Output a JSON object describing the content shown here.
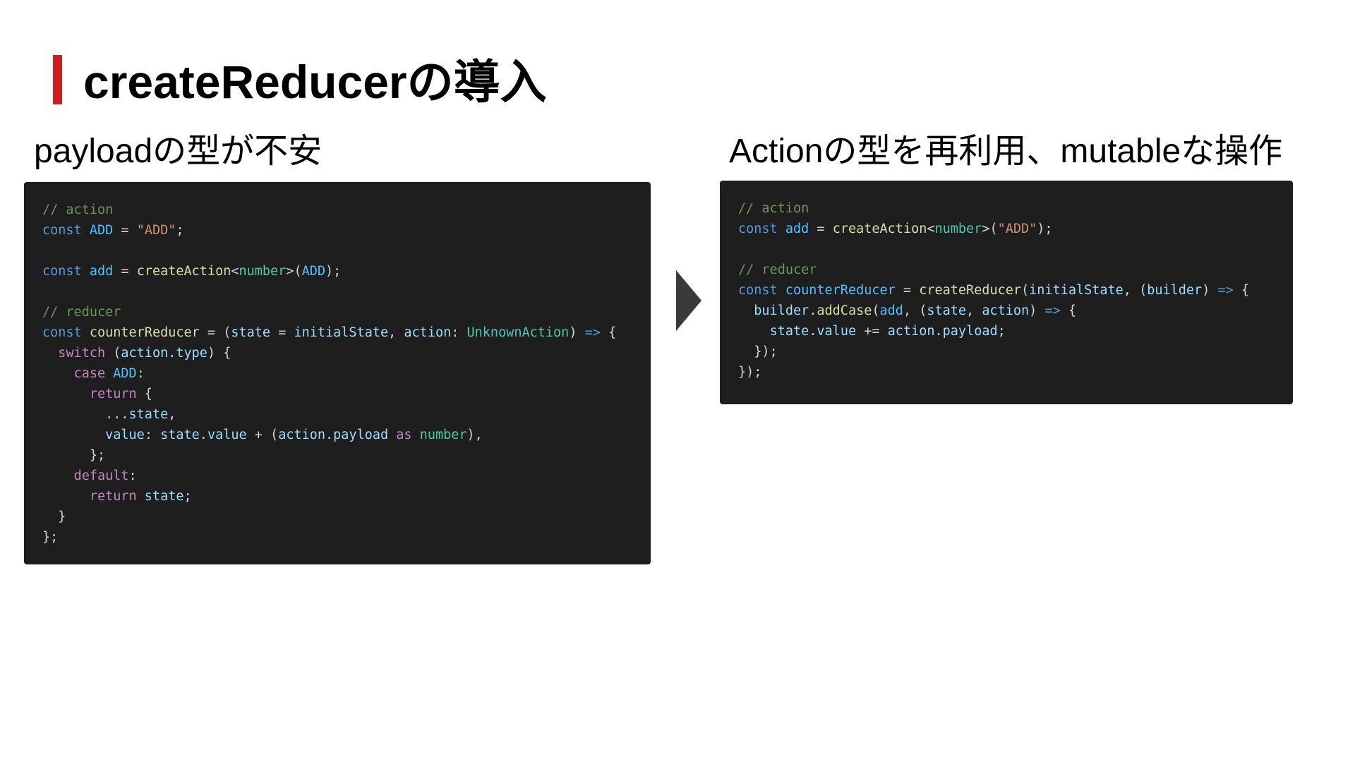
{
  "slide": {
    "title": "createReducerの導入",
    "accent_color": "#cc1f1f"
  },
  "left": {
    "subtitle": "payloadの型が不安",
    "code": [
      [
        {
          "t": "// action",
          "c": "cm"
        }
      ],
      [
        {
          "t": "const",
          "c": "kw"
        },
        {
          "t": " ",
          "c": "pl"
        },
        {
          "t": "ADD",
          "c": "cn"
        },
        {
          "t": " = ",
          "c": "pl"
        },
        {
          "t": "\"ADD\"",
          "c": "st"
        },
        {
          "t": ";",
          "c": "pl"
        }
      ],
      [],
      [
        {
          "t": "const",
          "c": "kw"
        },
        {
          "t": " ",
          "c": "pl"
        },
        {
          "t": "add",
          "c": "cn"
        },
        {
          "t": " = ",
          "c": "pl"
        },
        {
          "t": "createAction",
          "c": "fn"
        },
        {
          "t": "<",
          "c": "pl"
        },
        {
          "t": "number",
          "c": "ty"
        },
        {
          "t": ">(",
          "c": "pl"
        },
        {
          "t": "ADD",
          "c": "cn"
        },
        {
          "t": ");",
          "c": "pl"
        }
      ],
      [],
      [
        {
          "t": "// reducer",
          "c": "cm"
        }
      ],
      [
        {
          "t": "const",
          "c": "kw"
        },
        {
          "t": " ",
          "c": "pl"
        },
        {
          "t": "counterReducer",
          "c": "fn"
        },
        {
          "t": " = (",
          "c": "pl"
        },
        {
          "t": "state",
          "c": "vr"
        },
        {
          "t": " = ",
          "c": "pl"
        },
        {
          "t": "initialState",
          "c": "vr"
        },
        {
          "t": ", ",
          "c": "pl"
        },
        {
          "t": "action",
          "c": "vr"
        },
        {
          "t": ": ",
          "c": "pl"
        },
        {
          "t": "UnknownAction",
          "c": "ty"
        },
        {
          "t": ") ",
          "c": "pl"
        },
        {
          "t": "=>",
          "c": "kw"
        },
        {
          "t": " {",
          "c": "pl"
        }
      ],
      [
        {
          "t": "  ",
          "c": "pl"
        },
        {
          "t": "switch",
          "c": "ct"
        },
        {
          "t": " (",
          "c": "pl"
        },
        {
          "t": "action",
          "c": "vr"
        },
        {
          "t": ".",
          "c": "pl"
        },
        {
          "t": "type",
          "c": "vr"
        },
        {
          "t": ") {",
          "c": "pl"
        }
      ],
      [
        {
          "t": "    ",
          "c": "pl"
        },
        {
          "t": "case",
          "c": "ct"
        },
        {
          "t": " ",
          "c": "pl"
        },
        {
          "t": "ADD",
          "c": "cn"
        },
        {
          "t": ":",
          "c": "pl"
        }
      ],
      [
        {
          "t": "      ",
          "c": "pl"
        },
        {
          "t": "return",
          "c": "ct"
        },
        {
          "t": " {",
          "c": "pl"
        }
      ],
      [
        {
          "t": "        ...",
          "c": "pl"
        },
        {
          "t": "state",
          "c": "vr"
        },
        {
          "t": ",",
          "c": "pl"
        }
      ],
      [
        {
          "t": "        ",
          "c": "pl"
        },
        {
          "t": "value",
          "c": "vr"
        },
        {
          "t": ": ",
          "c": "pl"
        },
        {
          "t": "state",
          "c": "vr"
        },
        {
          "t": ".",
          "c": "pl"
        },
        {
          "t": "value",
          "c": "vr"
        },
        {
          "t": " + (",
          "c": "pl"
        },
        {
          "t": "action",
          "c": "vr"
        },
        {
          "t": ".",
          "c": "pl"
        },
        {
          "t": "payload",
          "c": "vr"
        },
        {
          "t": " ",
          "c": "pl"
        },
        {
          "t": "as",
          "c": "ct"
        },
        {
          "t": " ",
          "c": "pl"
        },
        {
          "t": "number",
          "c": "ty"
        },
        {
          "t": "),",
          "c": "pl"
        }
      ],
      [
        {
          "t": "      };",
          "c": "pl"
        }
      ],
      [
        {
          "t": "    ",
          "c": "pl"
        },
        {
          "t": "default",
          "c": "ct"
        },
        {
          "t": ":",
          "c": "pl"
        }
      ],
      [
        {
          "t": "      ",
          "c": "pl"
        },
        {
          "t": "return",
          "c": "ct"
        },
        {
          "t": " ",
          "c": "pl"
        },
        {
          "t": "state",
          "c": "vr"
        },
        {
          "t": ";",
          "c": "pl"
        }
      ],
      [
        {
          "t": "  }",
          "c": "pl"
        }
      ],
      [
        {
          "t": "};",
          "c": "pl"
        }
      ]
    ]
  },
  "right": {
    "subtitle": "Actionの型を再利用、mutableな操作",
    "code": [
      [
        {
          "t": "// action",
          "c": "cm"
        }
      ],
      [
        {
          "t": "const",
          "c": "kw"
        },
        {
          "t": " ",
          "c": "pl"
        },
        {
          "t": "add",
          "c": "cn"
        },
        {
          "t": " = ",
          "c": "pl"
        },
        {
          "t": "createAction",
          "c": "fn"
        },
        {
          "t": "<",
          "c": "pl"
        },
        {
          "t": "number",
          "c": "ty"
        },
        {
          "t": ">(",
          "c": "pl"
        },
        {
          "t": "\"ADD\"",
          "c": "st"
        },
        {
          "t": ");",
          "c": "pl"
        }
      ],
      [],
      [
        {
          "t": "// reducer",
          "c": "cm"
        }
      ],
      [
        {
          "t": "const",
          "c": "kw"
        },
        {
          "t": " ",
          "c": "pl"
        },
        {
          "t": "counterReducer",
          "c": "cn"
        },
        {
          "t": " = ",
          "c": "pl"
        },
        {
          "t": "createReducer",
          "c": "fn"
        },
        {
          "t": "(",
          "c": "pl"
        },
        {
          "t": "initialState",
          "c": "vr"
        },
        {
          "t": ", (",
          "c": "pl"
        },
        {
          "t": "builder",
          "c": "vr"
        },
        {
          "t": ") ",
          "c": "pl"
        },
        {
          "t": "=>",
          "c": "kw"
        },
        {
          "t": " {",
          "c": "pl"
        }
      ],
      [
        {
          "t": "  ",
          "c": "pl"
        },
        {
          "t": "builder",
          "c": "vr"
        },
        {
          "t": ".",
          "c": "pl"
        },
        {
          "t": "addCase",
          "c": "fn"
        },
        {
          "t": "(",
          "c": "pl"
        },
        {
          "t": "add",
          "c": "cn"
        },
        {
          "t": ", (",
          "c": "pl"
        },
        {
          "t": "state",
          "c": "vr"
        },
        {
          "t": ", ",
          "c": "pl"
        },
        {
          "t": "action",
          "c": "vr"
        },
        {
          "t": ") ",
          "c": "pl"
        },
        {
          "t": "=>",
          "c": "kw"
        },
        {
          "t": " {",
          "c": "pl"
        }
      ],
      [
        {
          "t": "    ",
          "c": "pl"
        },
        {
          "t": "state",
          "c": "vr"
        },
        {
          "t": ".",
          "c": "pl"
        },
        {
          "t": "value",
          "c": "vr"
        },
        {
          "t": " += ",
          "c": "pl"
        },
        {
          "t": "action",
          "c": "vr"
        },
        {
          "t": ".",
          "c": "pl"
        },
        {
          "t": "payload",
          "c": "vr"
        },
        {
          "t": ";",
          "c": "pl"
        }
      ],
      [
        {
          "t": "  });",
          "c": "pl"
        }
      ],
      [
        {
          "t": "});",
          "c": "pl"
        }
      ]
    ]
  },
  "colors": {
    "code_background": "#1e1e1e",
    "arrow": "#3a3a3a",
    "syntax": {
      "cm": "#6a9955",
      "kw": "#569cd6",
      "cn": "#4fc1ff",
      "st": "#ce9178",
      "fn": "#dcdcaa",
      "ty": "#4ec9b0",
      "vr": "#9cdcfe",
      "ct": "#c586c0",
      "pl": "#d4d4d4"
    }
  },
  "icons": {
    "arrow": "chevron-right-icon"
  }
}
